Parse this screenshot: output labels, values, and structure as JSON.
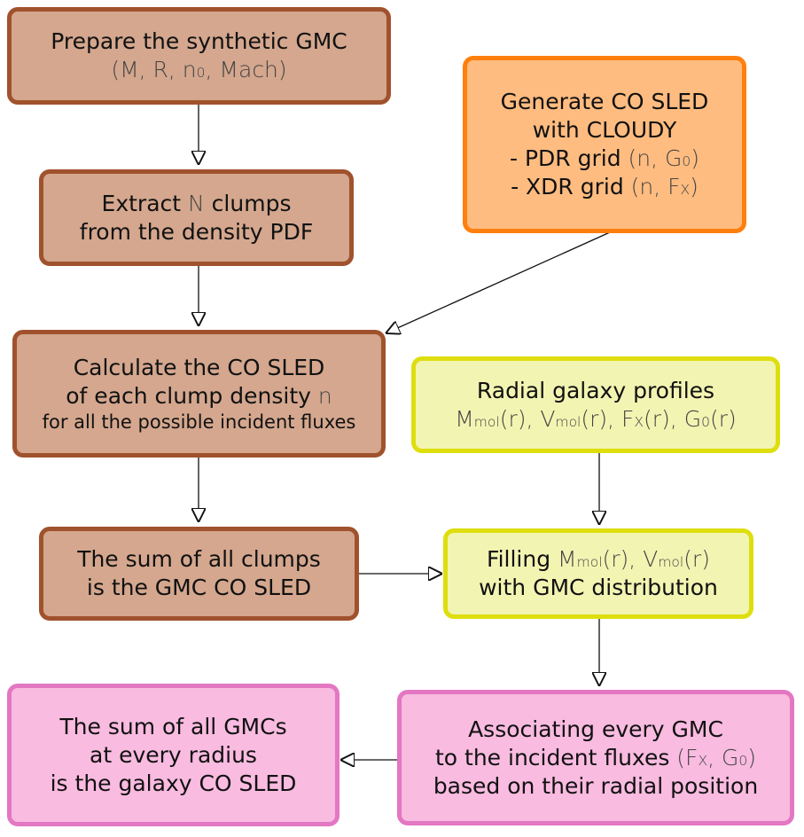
{
  "boxes": {
    "prepare": {
      "title": "Prepare the synthetic GMC",
      "params": [
        "(M, R, n",
        "0",
        ", Mach)"
      ]
    },
    "cloudy": {
      "line1": "Generate CO SLED",
      "line2": "with CLOUDY",
      "pdr": [
        "- PDR grid",
        " (n, G",
        "0",
        ")"
      ],
      "xdr": [
        "- XDR grid",
        " (n, F",
        "X",
        ")"
      ]
    },
    "extract": {
      "pre": "Extract ",
      "n": "N",
      "post": " clumps",
      "line2": "from the density PDF"
    },
    "calculate": {
      "line1": "Calculate the CO SLED",
      "line2a": "of each clump density ",
      "n": "n",
      "line3": "for all the possible incident fluxes"
    },
    "radial": {
      "title": "Radial galaxy profiles",
      "m": "M",
      "mol1": "mol",
      "r1": "(r), V",
      "mol2": "mol",
      "r2": "(r), F",
      "x": "X",
      "r3": "(r), G",
      "zero": "0",
      "r4": "(r)"
    },
    "sum_clumps": {
      "line1": "The sum of all clumps",
      "line2": "is the GMC CO SLED"
    },
    "filling": {
      "pre": "Filling ",
      "m": "M",
      "mol1": "mol",
      "r1": "(r), V",
      "mol2": "mol",
      "r2": "(r)",
      "line2": "with GMC distribution"
    },
    "sum_gmcs": {
      "line1": "The sum of all GMCs",
      "line2": "at every radius",
      "line3": "is the galaxy CO SLED"
    },
    "associating": {
      "line1": "Associating every GMC",
      "line2a": "to the incident fluxes",
      "p1": " (F",
      "x": "X",
      "p2": ", G",
      "zero": "0",
      "p3": ")",
      "line3": "based on their radial position"
    }
  },
  "colors": {
    "brown_fill": "#d4a78e",
    "brown_border": "#a0522d",
    "orange_fill": "#ffbc80",
    "orange_border": "#ff7f0e",
    "yellow_fill": "#f2f4b2",
    "yellow_border": "#dede0e",
    "pink_fill": "#f9bbe0",
    "pink_border": "#e377c2"
  }
}
